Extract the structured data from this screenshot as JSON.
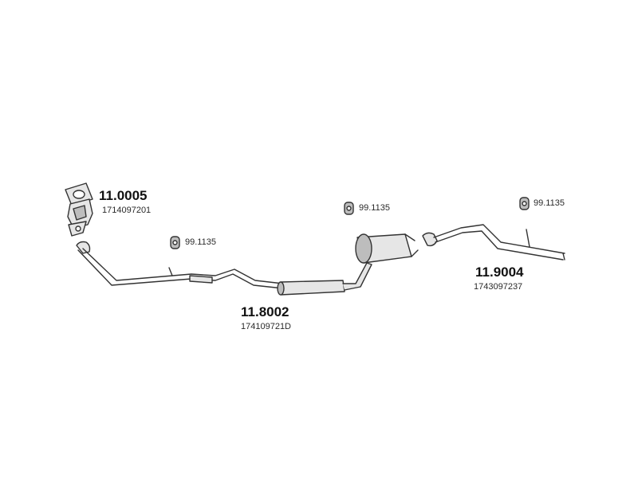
{
  "parts": {
    "catalytic_converter": {
      "number": "11.0005",
      "oem": "1714097201"
    },
    "middle_section": {
      "number": "11.8002",
      "oem": "174109721D"
    },
    "rear_section": {
      "number": "11.9004",
      "oem": "1743097237"
    }
  },
  "hangers": [
    {
      "number": "99.1135"
    },
    {
      "number": "99.1135"
    },
    {
      "number": "99.1135"
    }
  ],
  "colors": {
    "line": "#333333",
    "fill": "#e6e6e6",
    "fill_dark": "#bdbdbd"
  }
}
